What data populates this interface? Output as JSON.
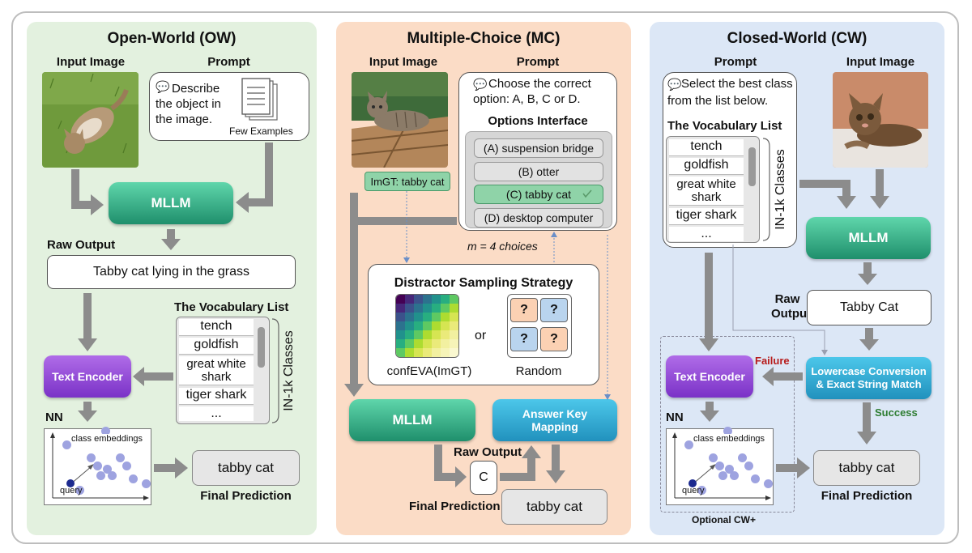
{
  "colors": {
    "ow_panel": "#e3f1df",
    "mc_panel": "#fbdcc6",
    "cw_panel": "#dce7f6",
    "mllm": "#2aa67e",
    "text_encoder": "#8d45d6",
    "blue_box": "#2fa6d2",
    "arrow": "#8c8c8c",
    "failure": "#b71c1c",
    "success": "#2e7d32"
  },
  "ow": {
    "title": "Open-World (OW)",
    "input_image_label": "Input Image",
    "prompt_label": "Prompt",
    "prompt_text": [
      "Describe",
      "the object in",
      "the image."
    ],
    "few_examples": "Few Examples",
    "mllm": "MLLM",
    "raw_output_label": "Raw Output",
    "raw_output": "Tabby cat lying in the grass",
    "vocab_label": "The Vocabulary List",
    "vocab_items": [
      "tench",
      "goldfish",
      "great white shark",
      "tiger shark",
      "..."
    ],
    "classes_label": "IN-1k Classes",
    "text_encoder": "Text Encoder",
    "nn_label": "NN",
    "class_embeddings": "class embeddings",
    "query": "query",
    "final_output": "tabby cat",
    "final_prediction_label": "Final Prediction"
  },
  "mc": {
    "title": "Multiple-Choice (MC)",
    "input_image_label": "Input Image",
    "prompt_label": "Prompt",
    "prompt_text": [
      "Choose the correct",
      "option: A, B, C or D."
    ],
    "options_interface": "Options Interface",
    "options": [
      "(A) suspension bridge",
      "(B) otter",
      "(C) tabby cat",
      "(D) desktop computer"
    ],
    "check_icon": "check-icon",
    "imgt": "ImGT: tabby cat",
    "m_choices": "m = 4 choices",
    "distractor_title": "Distractor Sampling Strategy",
    "confeva": "confEVA(ImGT)",
    "or": "or",
    "random": "Random",
    "question_mark": "?",
    "mllm": "MLLM",
    "answer_key": [
      "Answer Key",
      "Mapping"
    ],
    "raw_output_label": "Raw Output",
    "raw_output": "C",
    "final_prediction_label": "Final Prediction",
    "final_output": "tabby cat"
  },
  "cw": {
    "title": "Closed-World (CW)",
    "prompt_label": "Prompt",
    "input_image_label": "Input Image",
    "prompt_text": [
      "Select the best class",
      "from the list below."
    ],
    "vocab_label": "The Vocabulary List",
    "vocab_items": [
      "tench",
      "goldfish",
      "great white shark",
      "tiger shark",
      "..."
    ],
    "classes_label": "IN-1k Classes",
    "mllm": "MLLM",
    "raw_output_label": [
      "Raw",
      "Output"
    ],
    "raw_output": "Tabby Cat",
    "lowercase": [
      "Lowercase Conversion",
      "& Exact String Match"
    ],
    "failure": "Failure",
    "success": "Success",
    "text_encoder": "Text Encoder",
    "nn_label": "NN",
    "class_embeddings": "class embeddings",
    "query": "query",
    "final_output": "tabby cat",
    "final_prediction_label": "Final Prediction",
    "optional": "Optional CW+"
  }
}
